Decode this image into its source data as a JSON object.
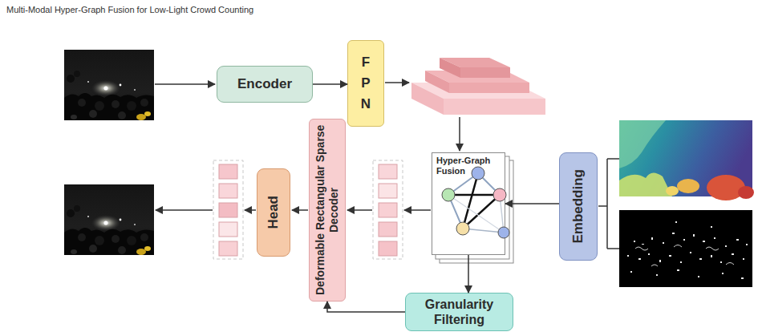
{
  "diagram": {
    "title": "Multi-Modal Hyper-Graph Fusion for Low-Light Crowd Counting",
    "nodes": [
      {
        "text": [
          "Encoder"
        ]
      },
      {
        "text": [
          "F P N"
        ]
      },
      {
        "text": [
          "Hyper-Graph Fusion"
        ]
      },
      {
        "text": [
          "Embedding"
        ]
      },
      {
        "text": [
          "Deformable Rectangular Sparse Decoder"
        ]
      },
      {
        "text": [
          "Head"
        ]
      },
      {
        "text": [
          "Granularity Filtering"
        ]
      }
    ],
    "edges": [
      {
        "from": 0,
        "to": 1,
        "arrow": "to"
      },
      {
        "from": 3,
        "to": 2,
        "arrow": "to"
      },
      {
        "from": 2,
        "to": 6,
        "arrow": "to"
      },
      {
        "from": 6,
        "to": 4,
        "arrow": "to"
      }
    ]
  }
}
